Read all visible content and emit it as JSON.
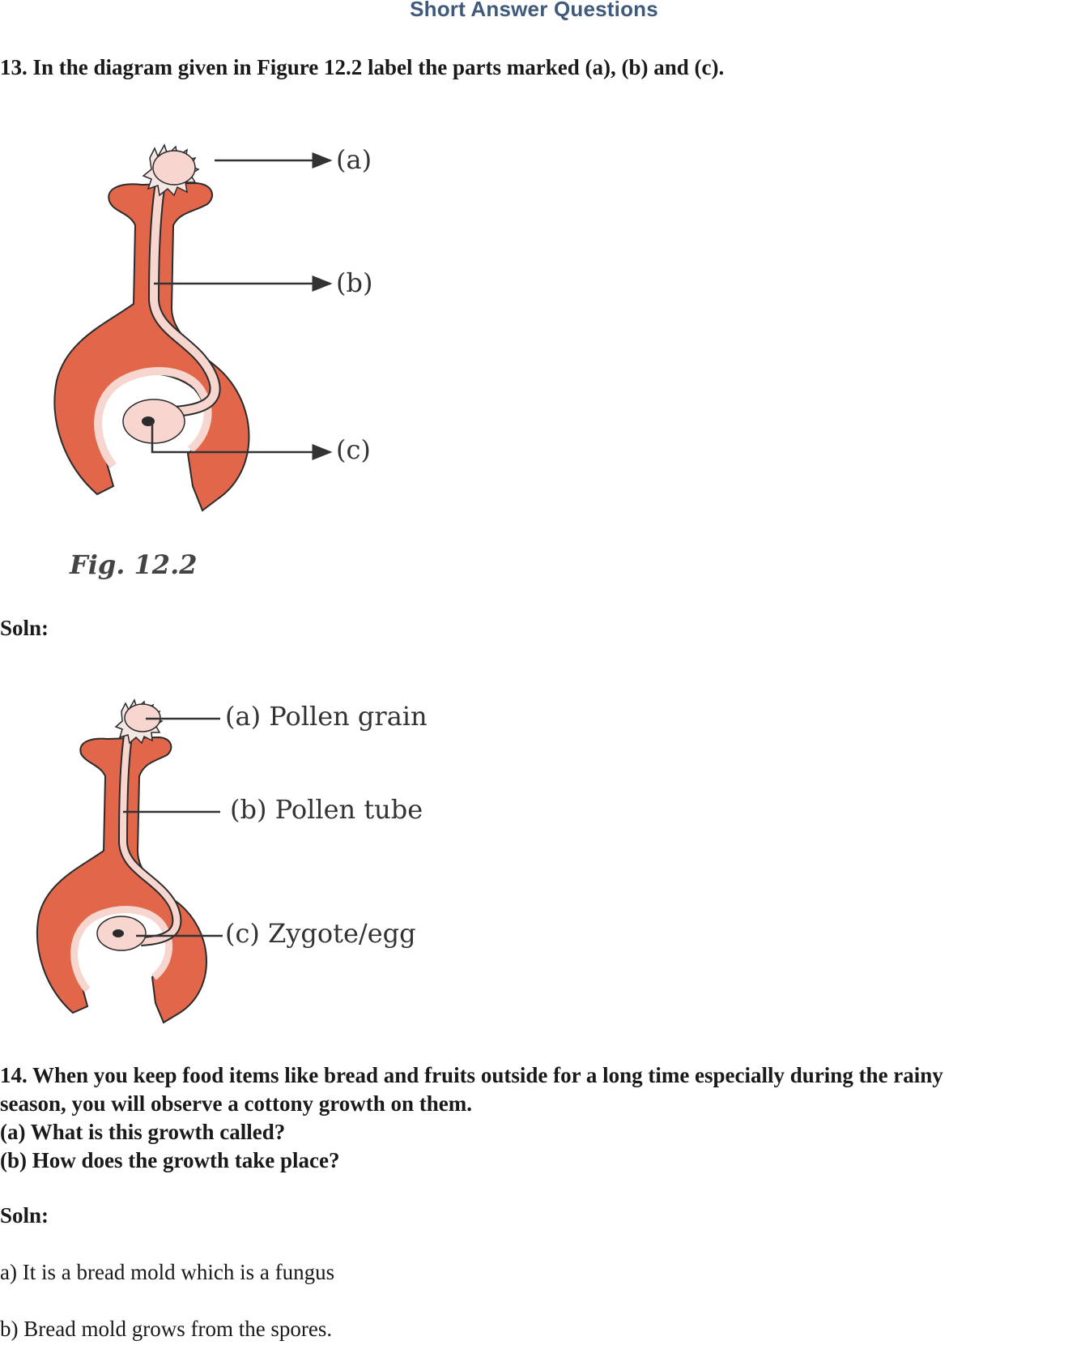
{
  "page": {
    "section_heading": "Short Answer Questions",
    "accent_color": "#3f5a7a"
  },
  "q13": {
    "question": "13. In the diagram given in Figure 12.2 label the parts marked (a), (b) and (c).",
    "figure": {
      "caption": "Fig. 12.2",
      "labels": [
        "(a)",
        "(b)",
        "(c)"
      ],
      "colors": {
        "ovary_wall": "#e2674a",
        "tube": "#f7d6cf",
        "outline": "#2b2b2b"
      }
    },
    "soln_label": "Soln:",
    "answer_figure": {
      "labels": [
        "(a) Pollen grain",
        "(b) Pollen tube",
        "(c) Zygote/egg"
      ]
    }
  },
  "q14": {
    "question_lines": [
      "14. When you keep food items like bread and fruits outside for a long time especially during the rainy",
      "season, you will observe a cottony growth on them.",
      "(a) What is this growth called?",
      "(b) How does the growth take place?"
    ],
    "soln_label": "Soln:",
    "answers": [
      "a) It is a bread mold which is a fungus",
      "b) Bread mold grows from the spores."
    ]
  }
}
